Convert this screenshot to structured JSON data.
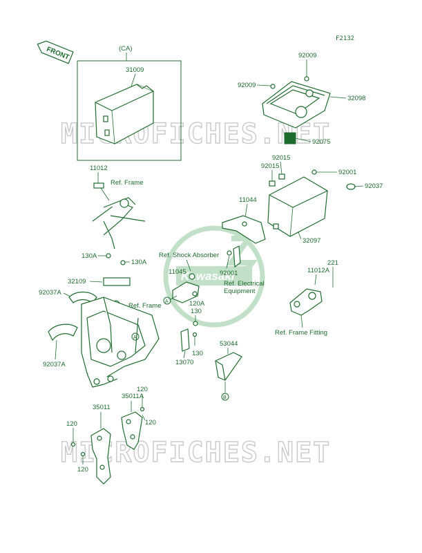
{
  "diagram_code": "F2132",
  "front_arrow_label": "FRONT",
  "group_label": "(CA)",
  "watermark_text": "MICROFICHES.NET",
  "logo_text": "Kawasaki",
  "colors": {
    "line": "#1f6b2e",
    "watermark": "#c9c9c9",
    "logo": "#8fc79a"
  },
  "parts": {
    "p31009": "31009",
    "p92009a": "92009",
    "p92009b": "92009",
    "p32098": "32098",
    "p92075": "92075",
    "p11012": "11012",
    "p92015a": "92015",
    "p92015b": "92015",
    "p92001a": "92001",
    "p92037": "92037",
    "p11044": "11044",
    "p32097": "32097",
    "p130Aa": "130A",
    "p130Ab": "130A",
    "p32109": "32109",
    "p92037Aa": "92037A",
    "p92037Ab": "92037A",
    "p11045": "11045",
    "p92001b": "92001",
    "p120A": "120A",
    "p130a": "130",
    "p130b": "130",
    "p13070": "13070",
    "p221": "221",
    "p11012A": "11012A",
    "p53044": "53044",
    "p35011A": "35011A",
    "p120a": "120",
    "p120b": "120",
    "p35011": "35011",
    "p120c": "120",
    "p120d": "120"
  },
  "refs": {
    "ref_frame_top": "Ref. Frame",
    "ref_shock": "Ref. Shock Absorber",
    "ref_elec_1": "Ref. Electrical",
    "ref_elec_2": "Equipment",
    "ref_frame_mid": "Ref. Frame",
    "ref_frame_fitting": "Ref. Frame Fitting"
  },
  "markers": {
    "a1": "A",
    "a2": "A",
    "b1": "B",
    "b2": "B"
  }
}
